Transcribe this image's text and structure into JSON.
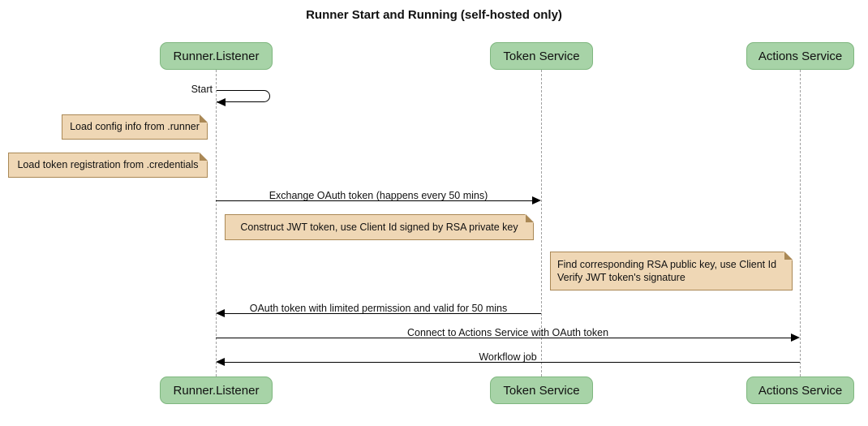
{
  "title": "Runner Start and Running (self-hosted only)",
  "participants": [
    {
      "label": "Runner.Listener"
    },
    {
      "label": "Token Service"
    },
    {
      "label": "Actions Service"
    }
  ],
  "messages": [
    {
      "label": "Start",
      "from": "Runner.Listener",
      "to": "Runner.Listener",
      "type": "self"
    },
    {
      "label": "Exchange OAuth token (happens every 50 mins)",
      "from": "Runner.Listener",
      "to": "Token Service"
    },
    {
      "label": "OAuth token with limited permission and valid for 50 mins",
      "from": "Token Service",
      "to": "Runner.Listener"
    },
    {
      "label": "Connect to Actions Service with OAuth token",
      "from": "Runner.Listener",
      "to": "Actions Service"
    },
    {
      "label": "Workflow job",
      "from": "Actions Service",
      "to": "Runner.Listener"
    }
  ],
  "notes": [
    {
      "text": "Load config info from .runner"
    },
    {
      "text": "Load token registration from .credentials"
    },
    {
      "text": "Construct JWT token, use Client Id signed by RSA private key"
    },
    {
      "text": "Find corresponding RSA public key, use Client Id\nVerify JWT token's signature"
    }
  ],
  "colors": {
    "participant_fill": "#a7d3a7",
    "participant_border": "#7fb77f",
    "note_fill": "#efd7b5",
    "note_border": "#aa8855",
    "lifeline": "#a0a0a0",
    "arrow": "#000000"
  }
}
